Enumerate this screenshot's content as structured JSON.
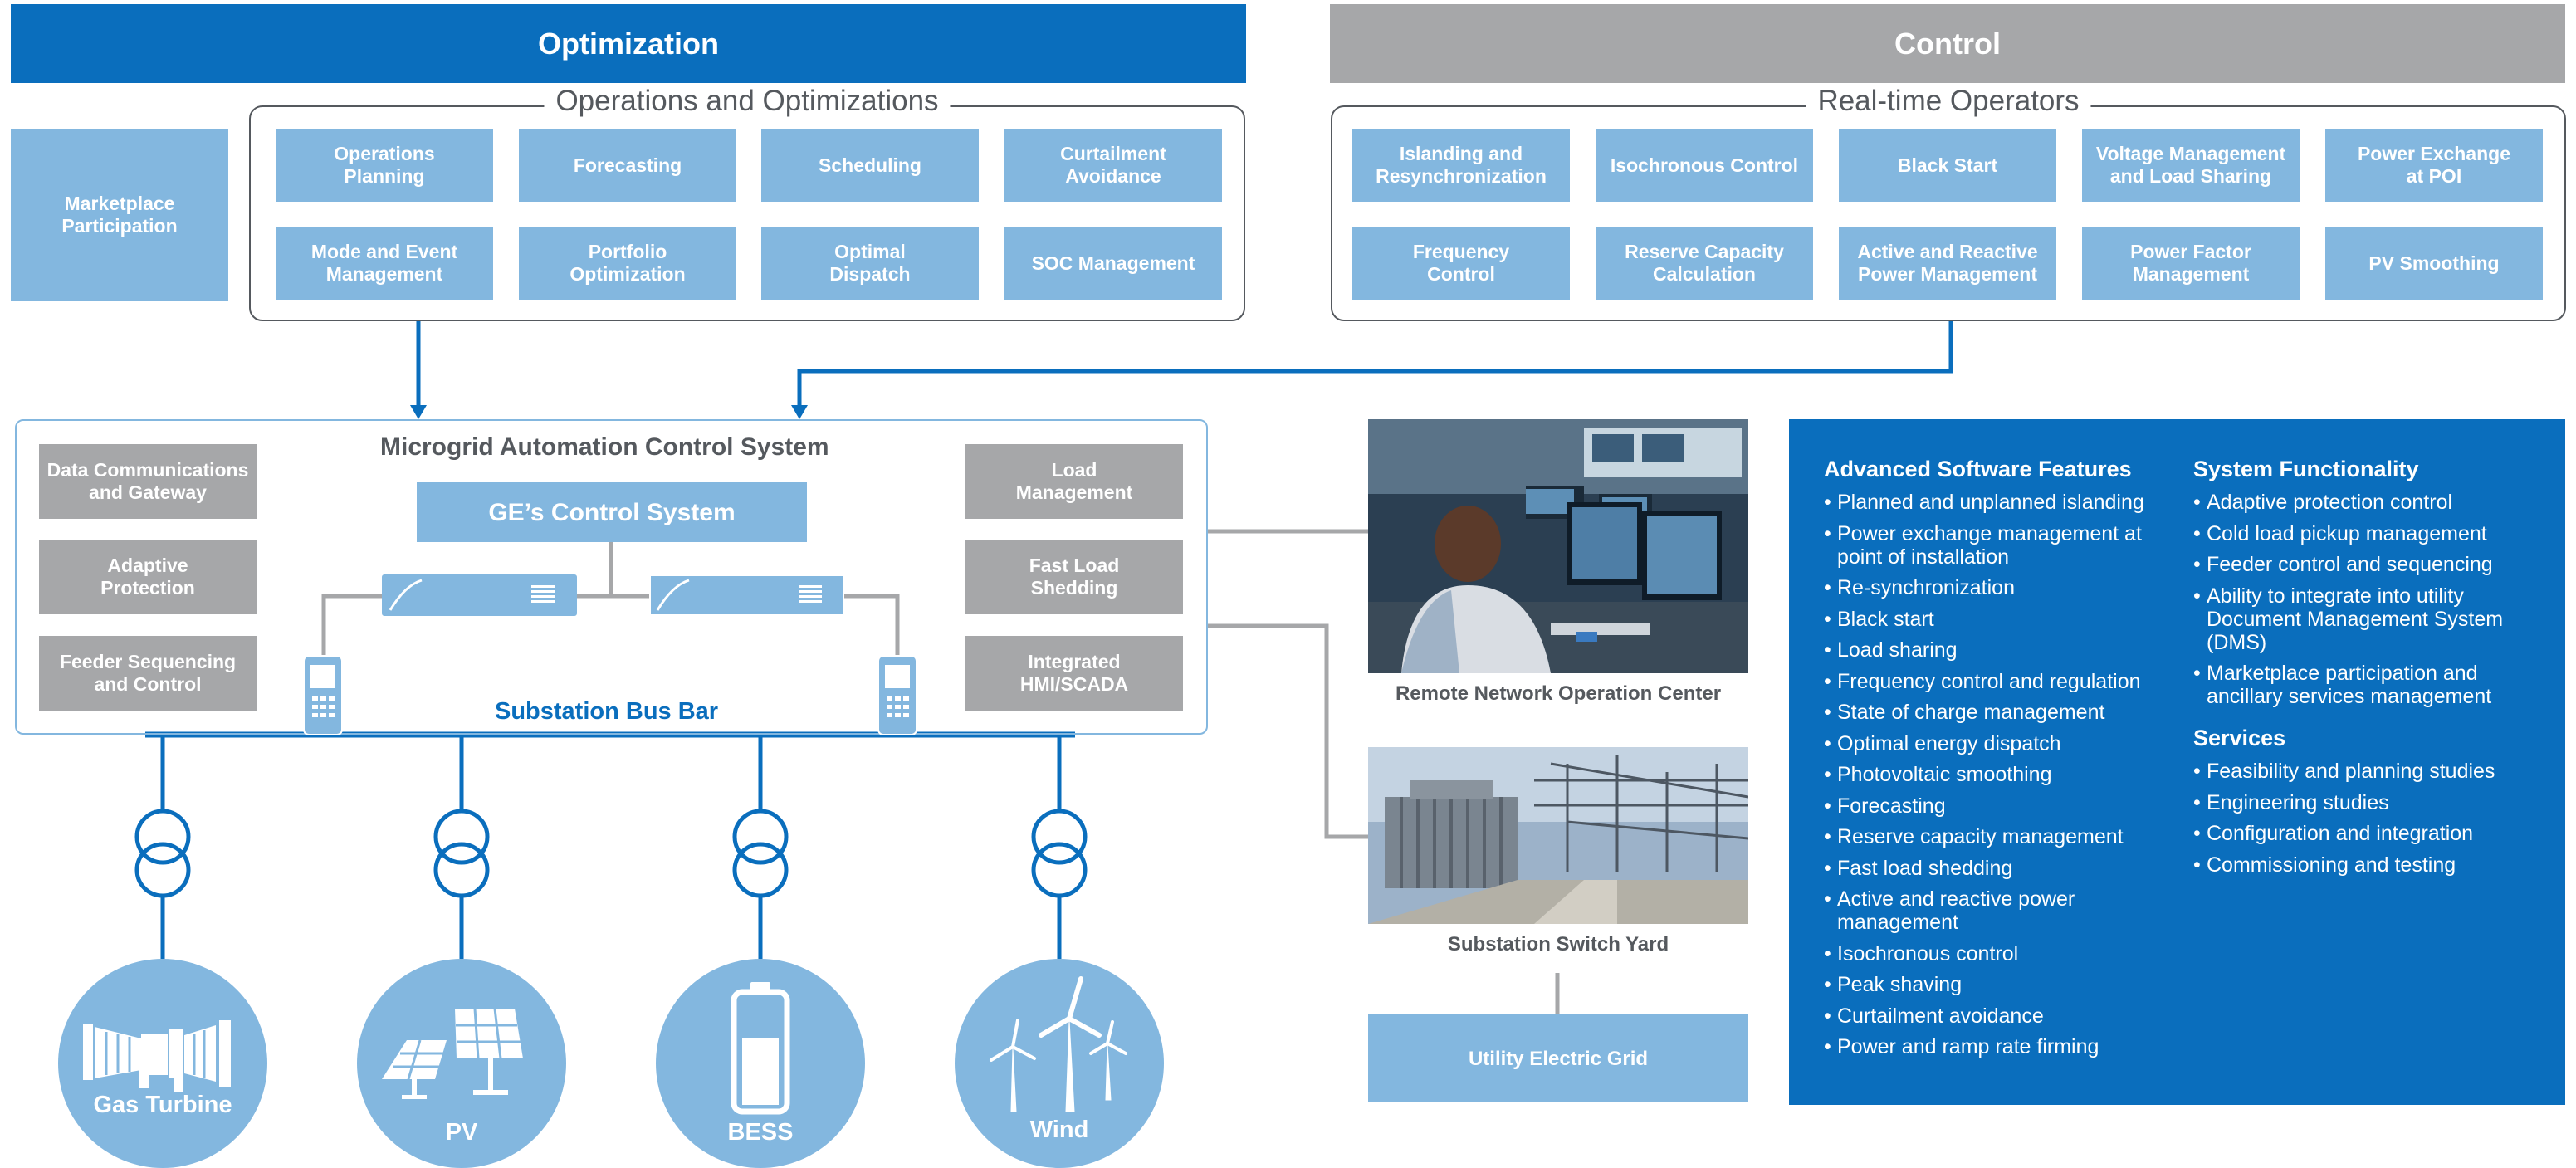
{
  "banners": {
    "optimization": "Optimization",
    "control": "Control"
  },
  "optimization": {
    "group_title": "Operations and Optimizations",
    "marketplace": "Marketplace\nParticipation",
    "items": [
      "Operations\nPlanning",
      "Forecasting",
      "Scheduling",
      "Curtailment\nAvoidance",
      "Mode and Event\nManagement",
      "Portfolio\nOptimization",
      "Optimal\nDispatch",
      "SOC Management"
    ]
  },
  "control": {
    "group_title": "Real-time Operators",
    "items": [
      "Islanding and\nResynchronization",
      "Isochronous Control",
      "Black Start",
      "Voltage Management\nand Load Sharing",
      "Power Exchange\nat POI",
      "Frequency\nControl",
      "Reserve Capacity\nCalculation",
      "Active and Reactive\nPower Management",
      "Power Factor\nManagement",
      "PV Smoothing"
    ]
  },
  "mcs": {
    "title": "Microgrid Automation Control System",
    "core": "GE’s Control System",
    "left_boxes": [
      "Data Communications\nand Gateway",
      "Adaptive\nProtection",
      "Feeder Sequencing\nand Control"
    ],
    "right_boxes": [
      "Load\nManagement",
      "Fast Load\nShedding",
      "Integrated\nHMI/SCADA"
    ],
    "bus_label": "Substation Bus Bar"
  },
  "sources": [
    "Gas Turbine",
    "PV",
    "BESS",
    "Wind"
  ],
  "photos": {
    "noc_caption": "Remote Network Operation Center",
    "switchyard_caption": "Substation Switch Yard",
    "grid": "Utility Electric Grid"
  },
  "features": {
    "advanced_title": "Advanced Software Features",
    "advanced": [
      "Planned and unplanned islanding",
      "Power exchange management at point of installation",
      "Re-synchronization",
      "Black start",
      "Load sharing",
      "Frequency control and regulation",
      "State of charge management",
      "Optimal energy dispatch",
      "Photovoltaic smoothing",
      "Forecasting",
      "Reserve capacity management",
      "Fast load shedding",
      "Active and reactive power management",
      "Isochronous control",
      "Peak shaving",
      "Curtailment avoidance",
      "Power and ramp rate firming"
    ],
    "system_title": "System Functionality",
    "system": [
      "Adaptive protection control",
      "Cold load pickup management",
      "Feeder control and sequencing",
      "Ability to integrate into utility Document Management System (DMS)",
      "Marketplace participation and ancillary services management"
    ],
    "services_title": "Services",
    "services": [
      "Feasibility and planning studies",
      "Engineering studies",
      "Configuration and integration",
      "Commissioning and testing"
    ]
  },
  "colors": {
    "brand_blue": "#0a6ebd",
    "light_blue": "#83b7df",
    "gray": "#a6a7a9",
    "dark_gray": "#55595e"
  }
}
